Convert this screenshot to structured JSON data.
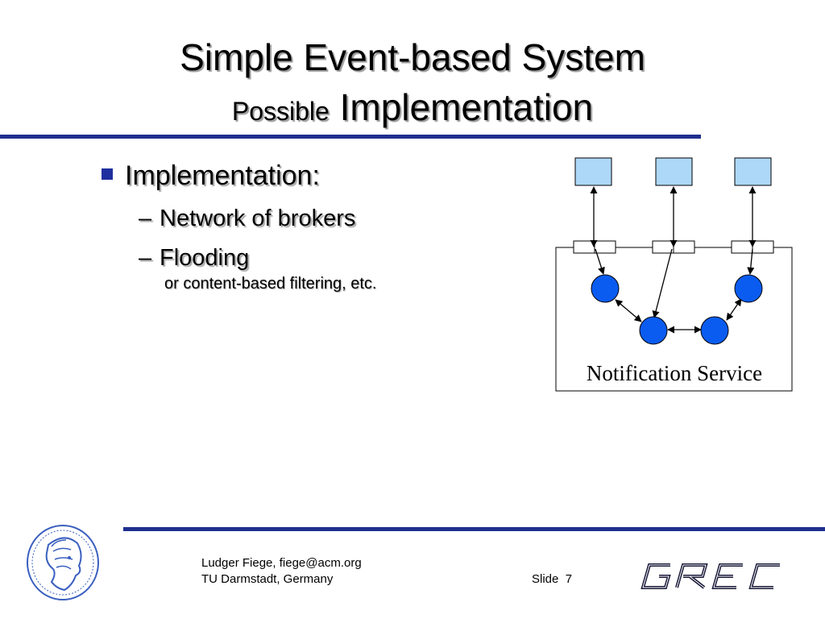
{
  "slide": {
    "title_line1": "Simple Event-based System",
    "title_line2_small": "Possible",
    "title_line2_main": "Implementation"
  },
  "content": {
    "bullet": "Implementation:",
    "sub_items": [
      "Network of brokers",
      "Flooding"
    ],
    "note": "or content-based filtering, etc."
  },
  "diagram": {
    "service_label": "Notification Service",
    "node_color": "#0a5cf0",
    "client_color": "#aed8f8"
  },
  "footer": {
    "author": "Ludger Fiege, fiege@acm.org",
    "institution": "TU Darmstadt, Germany",
    "slide_label": "Slide",
    "slide_number": "7",
    "logo_left_icon": "athena-seal-logo",
    "logo_right_icon": "grec-logo"
  },
  "colors": {
    "accent": "#1f2f8f"
  }
}
